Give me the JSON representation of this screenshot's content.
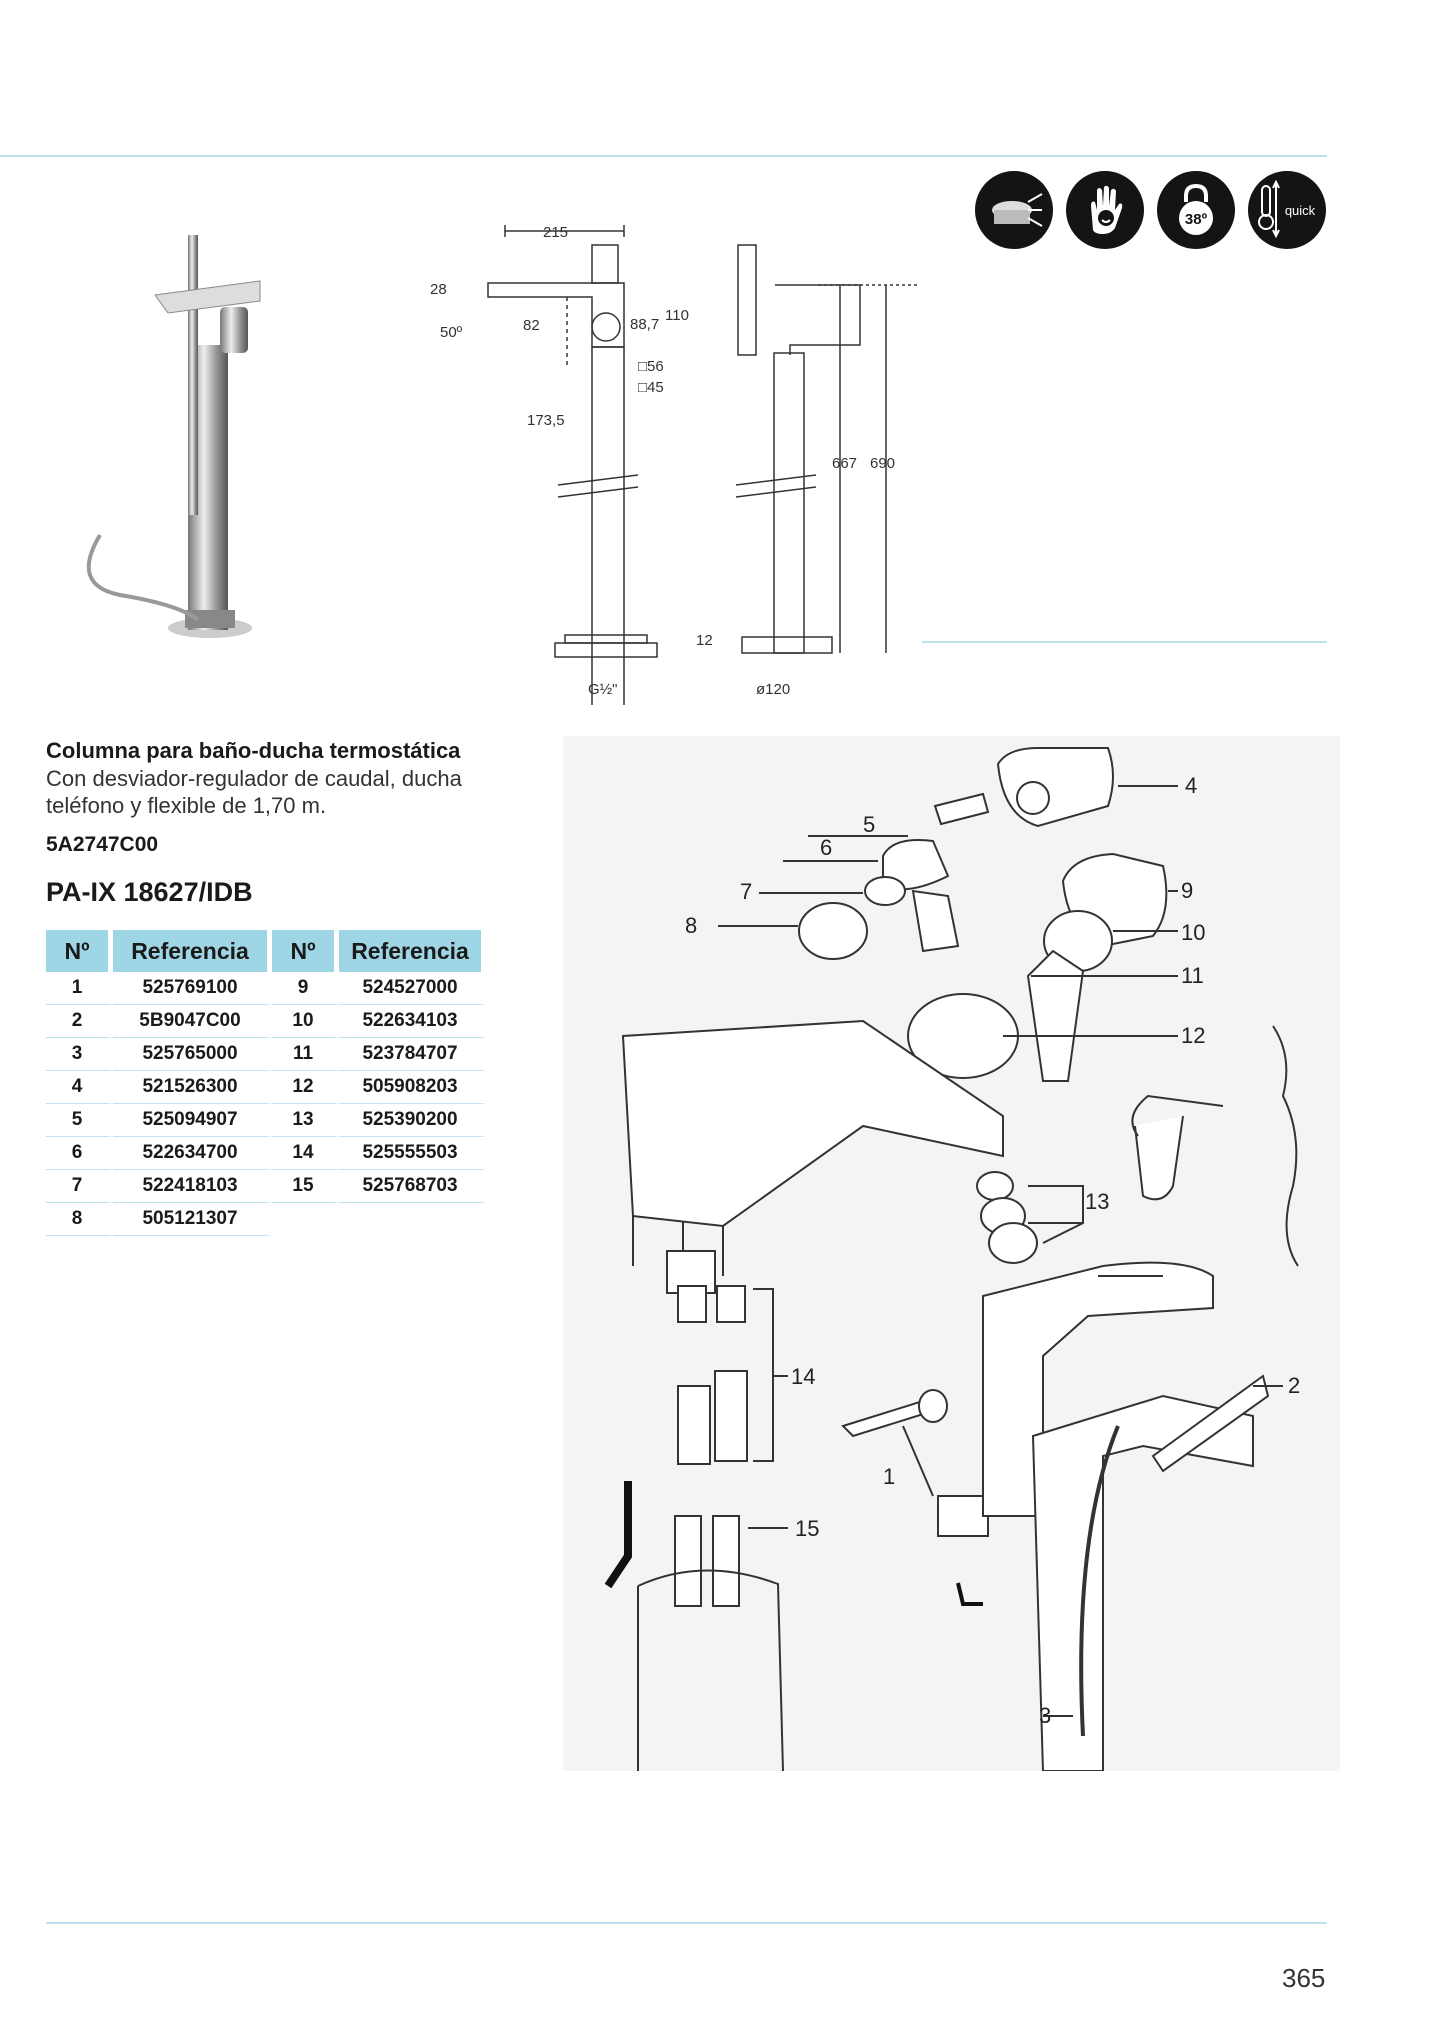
{
  "header": {
    "feature_icons": [
      {
        "name": "eco-cap-icon"
      },
      {
        "name": "hand-safety-icon"
      },
      {
        "name": "thermostat-lock-icon",
        "text": "38º"
      },
      {
        "name": "quick-thermostat-icon",
        "text": "quick"
      }
    ]
  },
  "dimensions": {
    "d215": "215",
    "d28": "28",
    "d50": "50º",
    "d82": "82",
    "d88": "88,7",
    "d110": "110",
    "d56": "□56",
    "d45": "□45",
    "d173": "173,5",
    "d667": "667",
    "d690": "690",
    "d12": "12",
    "thread": "G½\"",
    "diameter": "ø120"
  },
  "product": {
    "title": "Columna para baño-ducha termostática",
    "description": "Con desviador-regulador de caudal, ducha teléfono y flexible de 1,70 m.",
    "code": "5A2747C00",
    "model": "PA-IX 18627/IDB"
  },
  "parts_table": {
    "headers": [
      "Nº",
      "Referencia",
      "Nº",
      "Referencia"
    ],
    "rows": [
      [
        "1",
        "525769100",
        "9",
        "524527000"
      ],
      [
        "2",
        "5B9047C00",
        "10",
        "522634103"
      ],
      [
        "3",
        "525765000",
        "11",
        "523784707"
      ],
      [
        "4",
        "521526300",
        "12",
        "505908203"
      ],
      [
        "5",
        "525094907",
        "13",
        "525390200"
      ],
      [
        "6",
        "522634700",
        "14",
        "525555503"
      ],
      [
        "7",
        "522418103",
        "15",
        "525768703"
      ],
      [
        "8",
        "505121307",
        "",
        ""
      ]
    ]
  },
  "exploded_labels": {
    "l1": "1",
    "l2": "2",
    "l3": "3",
    "l4": "4",
    "l5": "5",
    "l6": "6",
    "l7": "7",
    "l8": "8",
    "l9": "9",
    "l10": "10",
    "l11": "11",
    "l12": "12",
    "l13": "13",
    "l14": "14",
    "l15": "15"
  },
  "page": {
    "number": "365"
  },
  "colors": {
    "accent": "#9fd6e6",
    "rule": "#bfe3ee"
  }
}
